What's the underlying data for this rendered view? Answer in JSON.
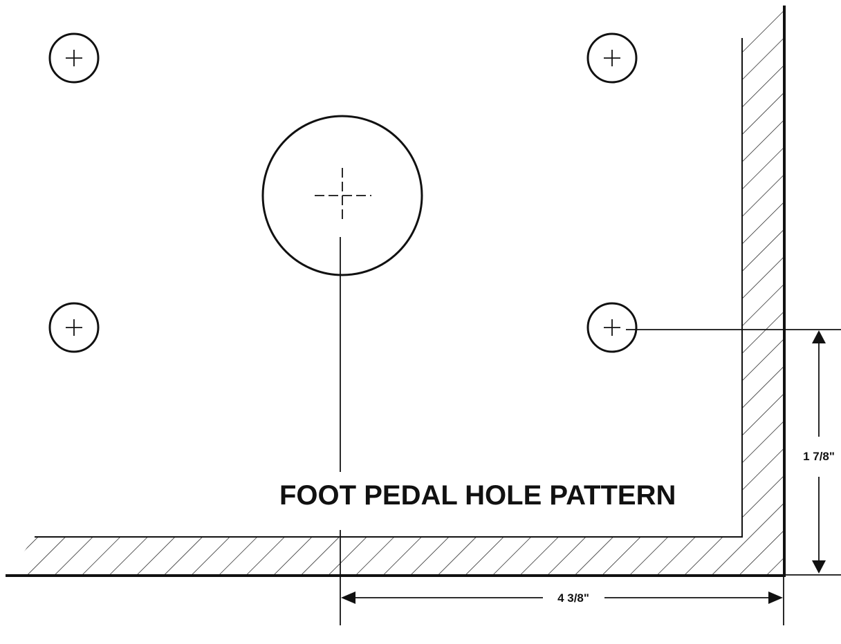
{
  "title": "FOOT PEDAL HOLE PATTERN",
  "dimensions": {
    "horizontal": "4 3/8\"",
    "vertical": "1 7/8\""
  },
  "holes": {
    "mounting": [
      "mounting-hole-top-left",
      "mounting-hole-top-right",
      "mounting-hole-bottom-left",
      "mounting-hole-bottom-right"
    ],
    "main": "main-pedal-hole"
  },
  "colors": {
    "ink": "#111111",
    "background": "#ffffff"
  }
}
